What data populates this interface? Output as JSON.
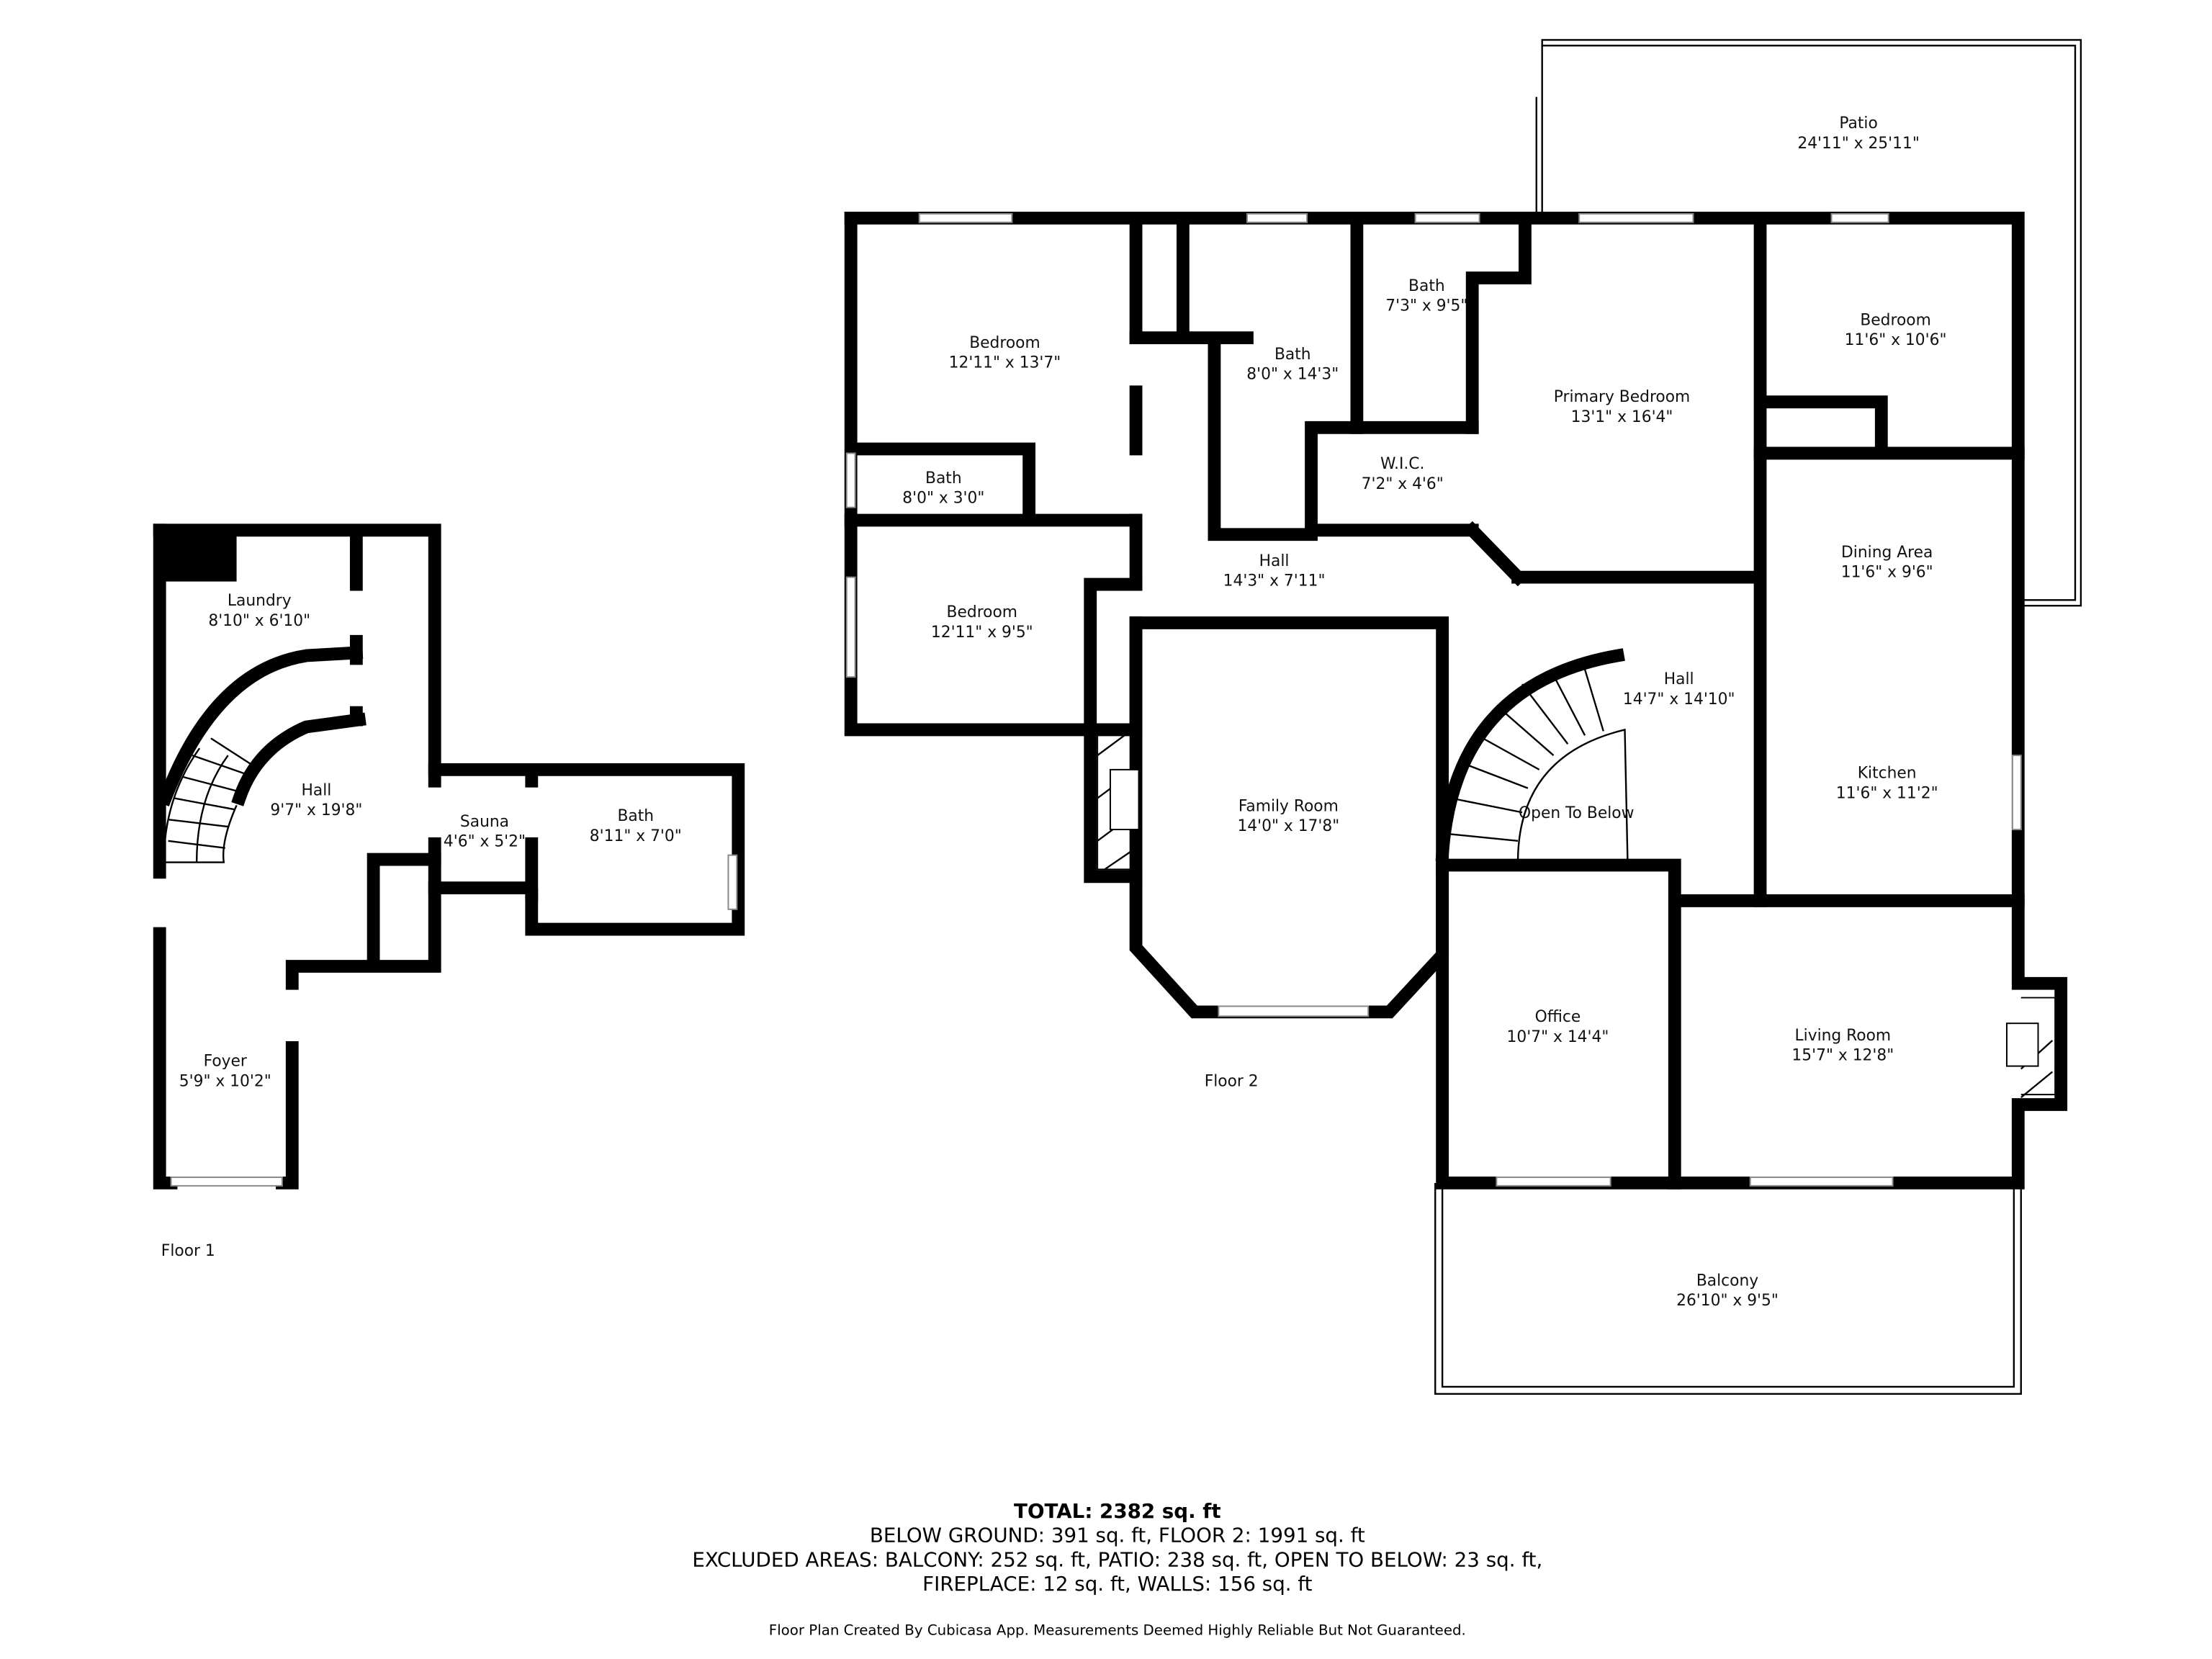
{
  "floor1": {
    "label": "Floor 1",
    "rooms": [
      {
        "name": "Laundry",
        "dims": "8'10\" x 6'10\""
      },
      {
        "name": "Hall",
        "dims": "9'7\" x 19'8\""
      },
      {
        "name": "Sauna",
        "dims": "4'6\" x 5'2\""
      },
      {
        "name": "Bath",
        "dims": "8'11\" x 7'0\""
      },
      {
        "name": "Foyer",
        "dims": "5'9\" x 10'2\""
      }
    ]
  },
  "floor2": {
    "label": "Floor 2",
    "rooms": [
      {
        "name": "Patio",
        "dims": "24'11\" x 25'11\""
      },
      {
        "name": "Bedroom",
        "dims": "12'11\" x 13'7\""
      },
      {
        "name": "Bath",
        "dims": "8'0\" x 14'3\""
      },
      {
        "name": "Bath",
        "dims": "7'3\" x 9'5\""
      },
      {
        "name": "Bedroom",
        "dims": "11'6\" x 10'6\""
      },
      {
        "name": "Primary Bedroom",
        "dims": "13'1\" x 16'4\""
      },
      {
        "name": "W.I.C.",
        "dims": "7'2\" x 4'6\""
      },
      {
        "name": "Bath",
        "dims": "8'0\" x 3'0\""
      },
      {
        "name": "Hall",
        "dims": "14'3\" x 7'11\""
      },
      {
        "name": "Bedroom",
        "dims": "12'11\" x 9'5\""
      },
      {
        "name": "Dining Area",
        "dims": "11'6\" x 9'6\""
      },
      {
        "name": "Hall",
        "dims": "14'7\" x 14'10\""
      },
      {
        "name": "Kitchen",
        "dims": "11'6\" x 11'2\""
      },
      {
        "name": "Family Room",
        "dims": "14'0\" x 17'8\""
      },
      {
        "name": "Open To Below",
        "dims": ""
      },
      {
        "name": "Office",
        "dims": "10'7\" x 14'4\""
      },
      {
        "name": "Living Room",
        "dims": "15'7\" x 12'8\""
      },
      {
        "name": "Balcony",
        "dims": "26'10\" x 9'5\""
      }
    ]
  },
  "summary": {
    "total": "TOTAL: 2382 sq. ft",
    "line1": "BELOW GROUND: 391 sq. ft, FLOOR 2: 1991 sq. ft",
    "line2": "EXCLUDED AREAS: BALCONY: 252 sq. ft, PATIO: 238 sq. ft, OPEN TO BELOW: 23 sq. ft,",
    "line3": "FIREPLACE: 12 sq. ft, WALLS: 156 sq. ft",
    "disclaimer": "Floor Plan Created By Cubicasa App. Measurements Deemed Highly Reliable But Not Guaranteed."
  }
}
